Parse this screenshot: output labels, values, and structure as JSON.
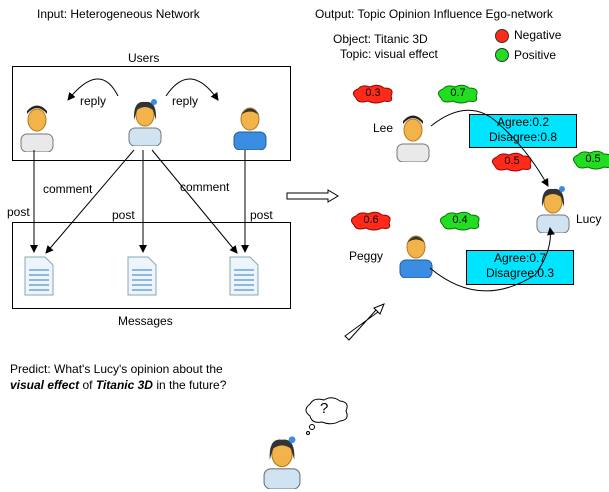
{
  "left": {
    "title": "Input: Heterogeneous Network",
    "users_label": "Users",
    "messages_label": "Messages",
    "reply1": "reply",
    "reply2": "reply",
    "comment1": "comment",
    "comment2": "comment",
    "post1": "post",
    "post2": "post",
    "post3": "post"
  },
  "right": {
    "title": "Output: Topic Opinion Influence Ego-network",
    "object": "Object: Titanic 3D",
    "topic": "Topic: visual effect",
    "legend": [
      {
        "label": "Negative",
        "color": "#ff2a1a"
      },
      {
        "label": "Positive",
        "color": "#22dd22"
      }
    ],
    "lee": {
      "name": "Lee",
      "neg": "0.3",
      "pos": "0.7",
      "agree": "Agree:0.2",
      "disagree": "Disagree:0.8"
    },
    "lucy": {
      "name": "Lucy",
      "neg": "0.5",
      "pos": "0.5"
    },
    "peggy": {
      "name": "Peggy",
      "neg": "0.6",
      "pos": "0.4",
      "agree": "Agree:0.7",
      "disagree": "Disagree:0.3"
    }
  },
  "predict": {
    "line1": "Predict: What's Lucy's opinion about the",
    "line2_a": "visual effect",
    "line2_b": " of ",
    "line2_c": "Titanic 3D",
    "line2_d": " in the future?",
    "thought": "?"
  }
}
